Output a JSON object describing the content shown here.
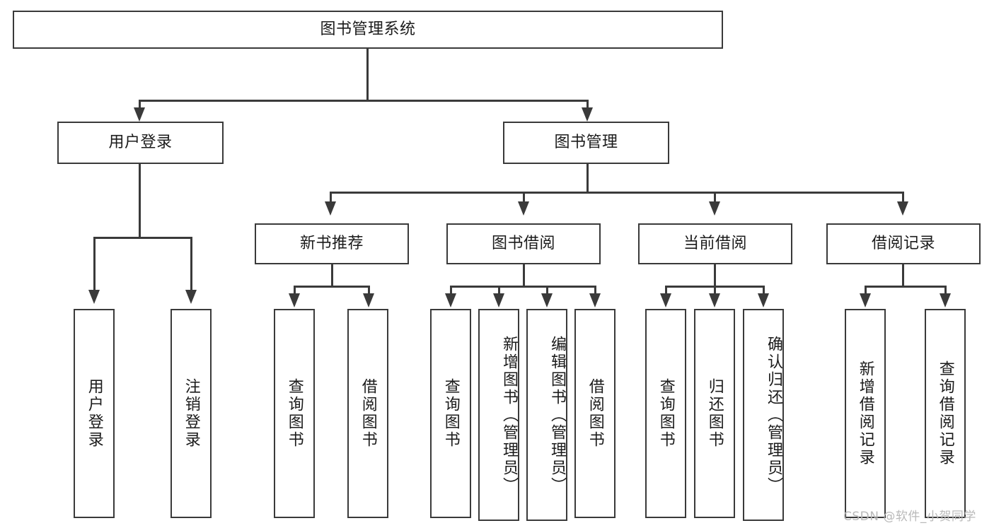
{
  "diagram": {
    "type": "tree-hierarchy-chart",
    "title": "图书管理系统",
    "root": {
      "label": "图书管理系统"
    },
    "level2": [
      {
        "label": "用户登录"
      },
      {
        "label": "图书管理"
      }
    ],
    "level3": [
      {
        "label": "新书推荐"
      },
      {
        "label": "图书借阅"
      },
      {
        "label": "当前借阅"
      },
      {
        "label": "借阅记录"
      }
    ],
    "leaves": {
      "user_login": [
        {
          "label": "用户登录"
        },
        {
          "label": "注销登录"
        }
      ],
      "new_book_recommend": [
        {
          "label": "查询图书"
        },
        {
          "label": "借阅图书"
        }
      ],
      "book_borrow": [
        {
          "label": "查询图书"
        },
        {
          "label": "新增图书（管理员）"
        },
        {
          "label": "编辑图书（管理员）"
        },
        {
          "label": "借阅图书"
        }
      ],
      "current_borrow": [
        {
          "label": "查询图书"
        },
        {
          "label": "归还图书"
        },
        {
          "label": "确认归还（管理员）"
        }
      ],
      "borrow_record": [
        {
          "label": "新增借阅记录"
        },
        {
          "label": "查询借阅记录"
        }
      ]
    }
  },
  "watermark": {
    "text": "CSDN @软件_小贺同学"
  },
  "colors": {
    "stroke": "#3a3a3a",
    "text": "#1b1b1b",
    "background": "#ffffff",
    "watermark": "#b9b9b9"
  }
}
